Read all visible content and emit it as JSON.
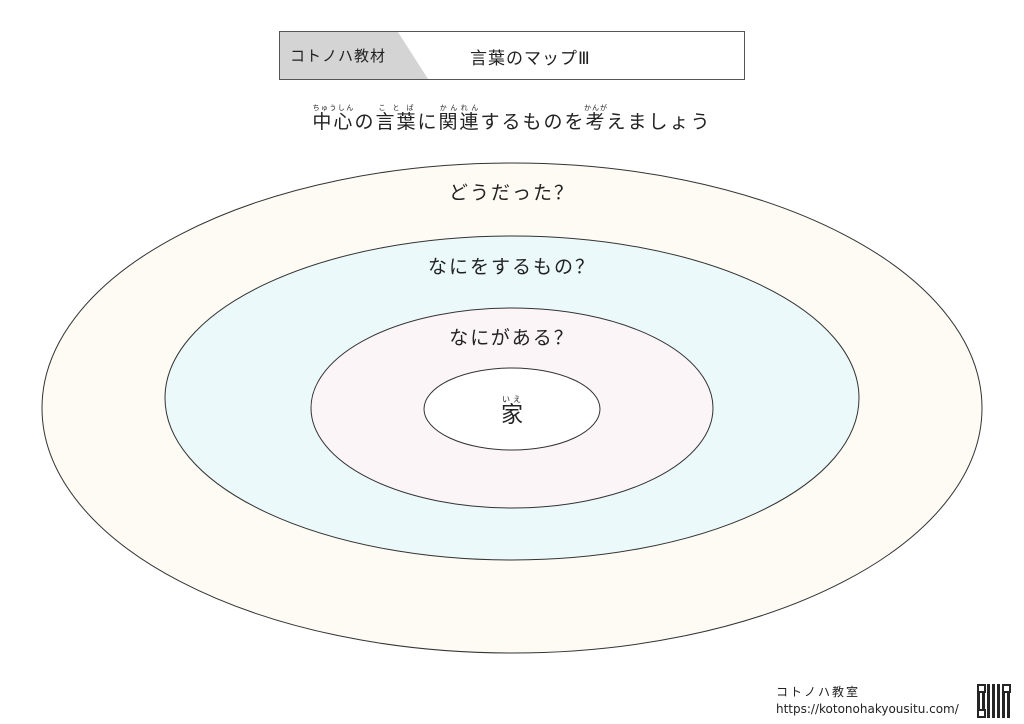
{
  "header": {
    "tag": "コトノハ教材",
    "title": "言葉のマップⅢ"
  },
  "instruction": {
    "parts": [
      {
        "base": "中心",
        "ruby": "ちゅうしん"
      },
      {
        "text": "の"
      },
      {
        "base": "言葉",
        "ruby": "ことば"
      },
      {
        "text": "に"
      },
      {
        "base": "関連",
        "ruby": "かんれん"
      },
      {
        "text": "するものを"
      },
      {
        "base": "考",
        "ruby": "かんが"
      },
      {
        "text": "えましょう"
      }
    ]
  },
  "rings": {
    "outer": {
      "label": "どうだった？",
      "color": "#fdfbf3"
    },
    "second": {
      "label": "なにをするもの？",
      "color": "#ebf9fb"
    },
    "third": {
      "label": "なにがある？",
      "color": "#fcf5f7"
    },
    "center": {
      "word": "家",
      "ruby": "いえ",
      "color": "#ffffff"
    }
  },
  "footer": {
    "brand": "コトノハ教室",
    "url": "https://kotonohakyousitu.com/"
  }
}
